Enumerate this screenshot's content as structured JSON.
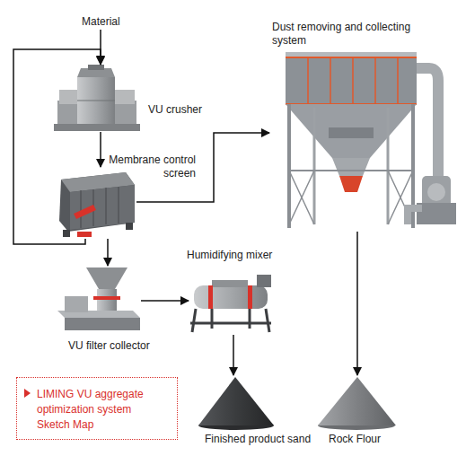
{
  "diagram": {
    "nodes": [
      {
        "text": [
          "VU crusher"
        ]
      },
      {
        "text": [
          "Membrane control screen"
        ]
      },
      {
        "text": [
          "Dust removing and collecting system"
        ]
      },
      {
        "text": [
          "VU filter collector"
        ]
      },
      {
        "text": [
          "Humidifying mixer"
        ]
      },
      {
        "text": [
          "Finished product sand"
        ]
      },
      {
        "text": [
          "Rock Flour"
        ]
      },
      {
        "text": [
          "LIMING VU aggregate optimization system Sketch Map"
        ]
      }
    ],
    "edges": [
      {
        "from": 0,
        "to": 1,
        "arrow": "to"
      },
      {
        "from": 1,
        "to": 0,
        "arrow": "to"
      },
      {
        "from": 1,
        "to": 2,
        "arrow": "to"
      },
      {
        "from": 1,
        "to": 3,
        "arrow": "to"
      },
      {
        "from": 3,
        "to": 4,
        "arrow": "to"
      },
      {
        "from": 4,
        "to": 5,
        "arrow": "to"
      },
      {
        "from": 2,
        "to": 6,
        "arrow": "to"
      }
    ],
    "labels": [
      "Material"
    ]
  }
}
